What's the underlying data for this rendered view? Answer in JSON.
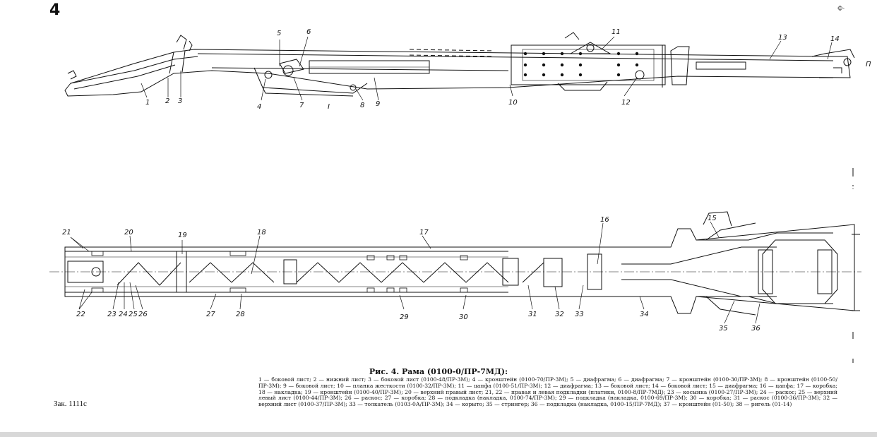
{
  "page": {
    "number": "4",
    "corner_mark": "Ф·"
  },
  "figure": {
    "title": "Рис. 4. Рама (0100-0/ПР-7МД):",
    "legend": "1 — боковой лист; 2 — нижний лист; 3 — боковой лист (0100-48/ПР-3М); 4 — кронштейн (0100-70/ПР-3М); 5 — диафрагма; 6 — диафрагма; 7 — кронштейн (0100-30/ПР-3М); 8 — кронштейн (0100-50/ПР-3М); 9 — боковой лист; 10 — планка жесткости (0100-32/ПР-3М); 11 — цапфа (0100-51/ПР-3М); 12 — диафрагма; 13 — боковой лист; 14 — боковой лист; 15 — диафрагма; 16 — цапфа; 17 — коробка; 18 — накладка; 19 — кронштейн (0100-40/ПР-3М); 20 — верхний правый лист; 21, 22 — правая и левая подкладки (платики, 0100-8/ПР-7МД); 23 — косынка (0100-27/ПР-3М); 24 — раскос; 25 — верхний левый лист (0100-44/ПР-3М); 26 — раскос; 27 — коробка; 28 — подкладка (накладка, 0100-74/ПР-3М); 29 — подкладка (накладка, 0100-69/ПР-3М); 30 — коробка; 31 — раскос (0100-36/ПР-3М); 32 — верхний лист (0100-37/ПР-3М); 33 — толкатель (0103-0А/ПР-3М); 34 — корыто; 35 — стрингер; 36 — подкладка (накладка, 0100-15/ПР-7МД); 37 — кронштейн (01-50); 38 — ригель (01-14)"
  },
  "side_view_labels": [
    "1",
    "2",
    "3",
    "4",
    "5",
    "6",
    "7",
    "I",
    "8",
    "9",
    "10",
    "11",
    "12",
    "13",
    "14",
    "П"
  ],
  "plan_view_labels": [
    "21",
    "20",
    "19",
    "18",
    "17",
    "16",
    "15",
    "22",
    "23",
    "24",
    "25",
    "26",
    "27",
    "28",
    "29",
    "30",
    "31",
    "32",
    "33",
    "34",
    "35",
    "36"
  ],
  "footer": {
    "order": "Зак. 1111с"
  }
}
